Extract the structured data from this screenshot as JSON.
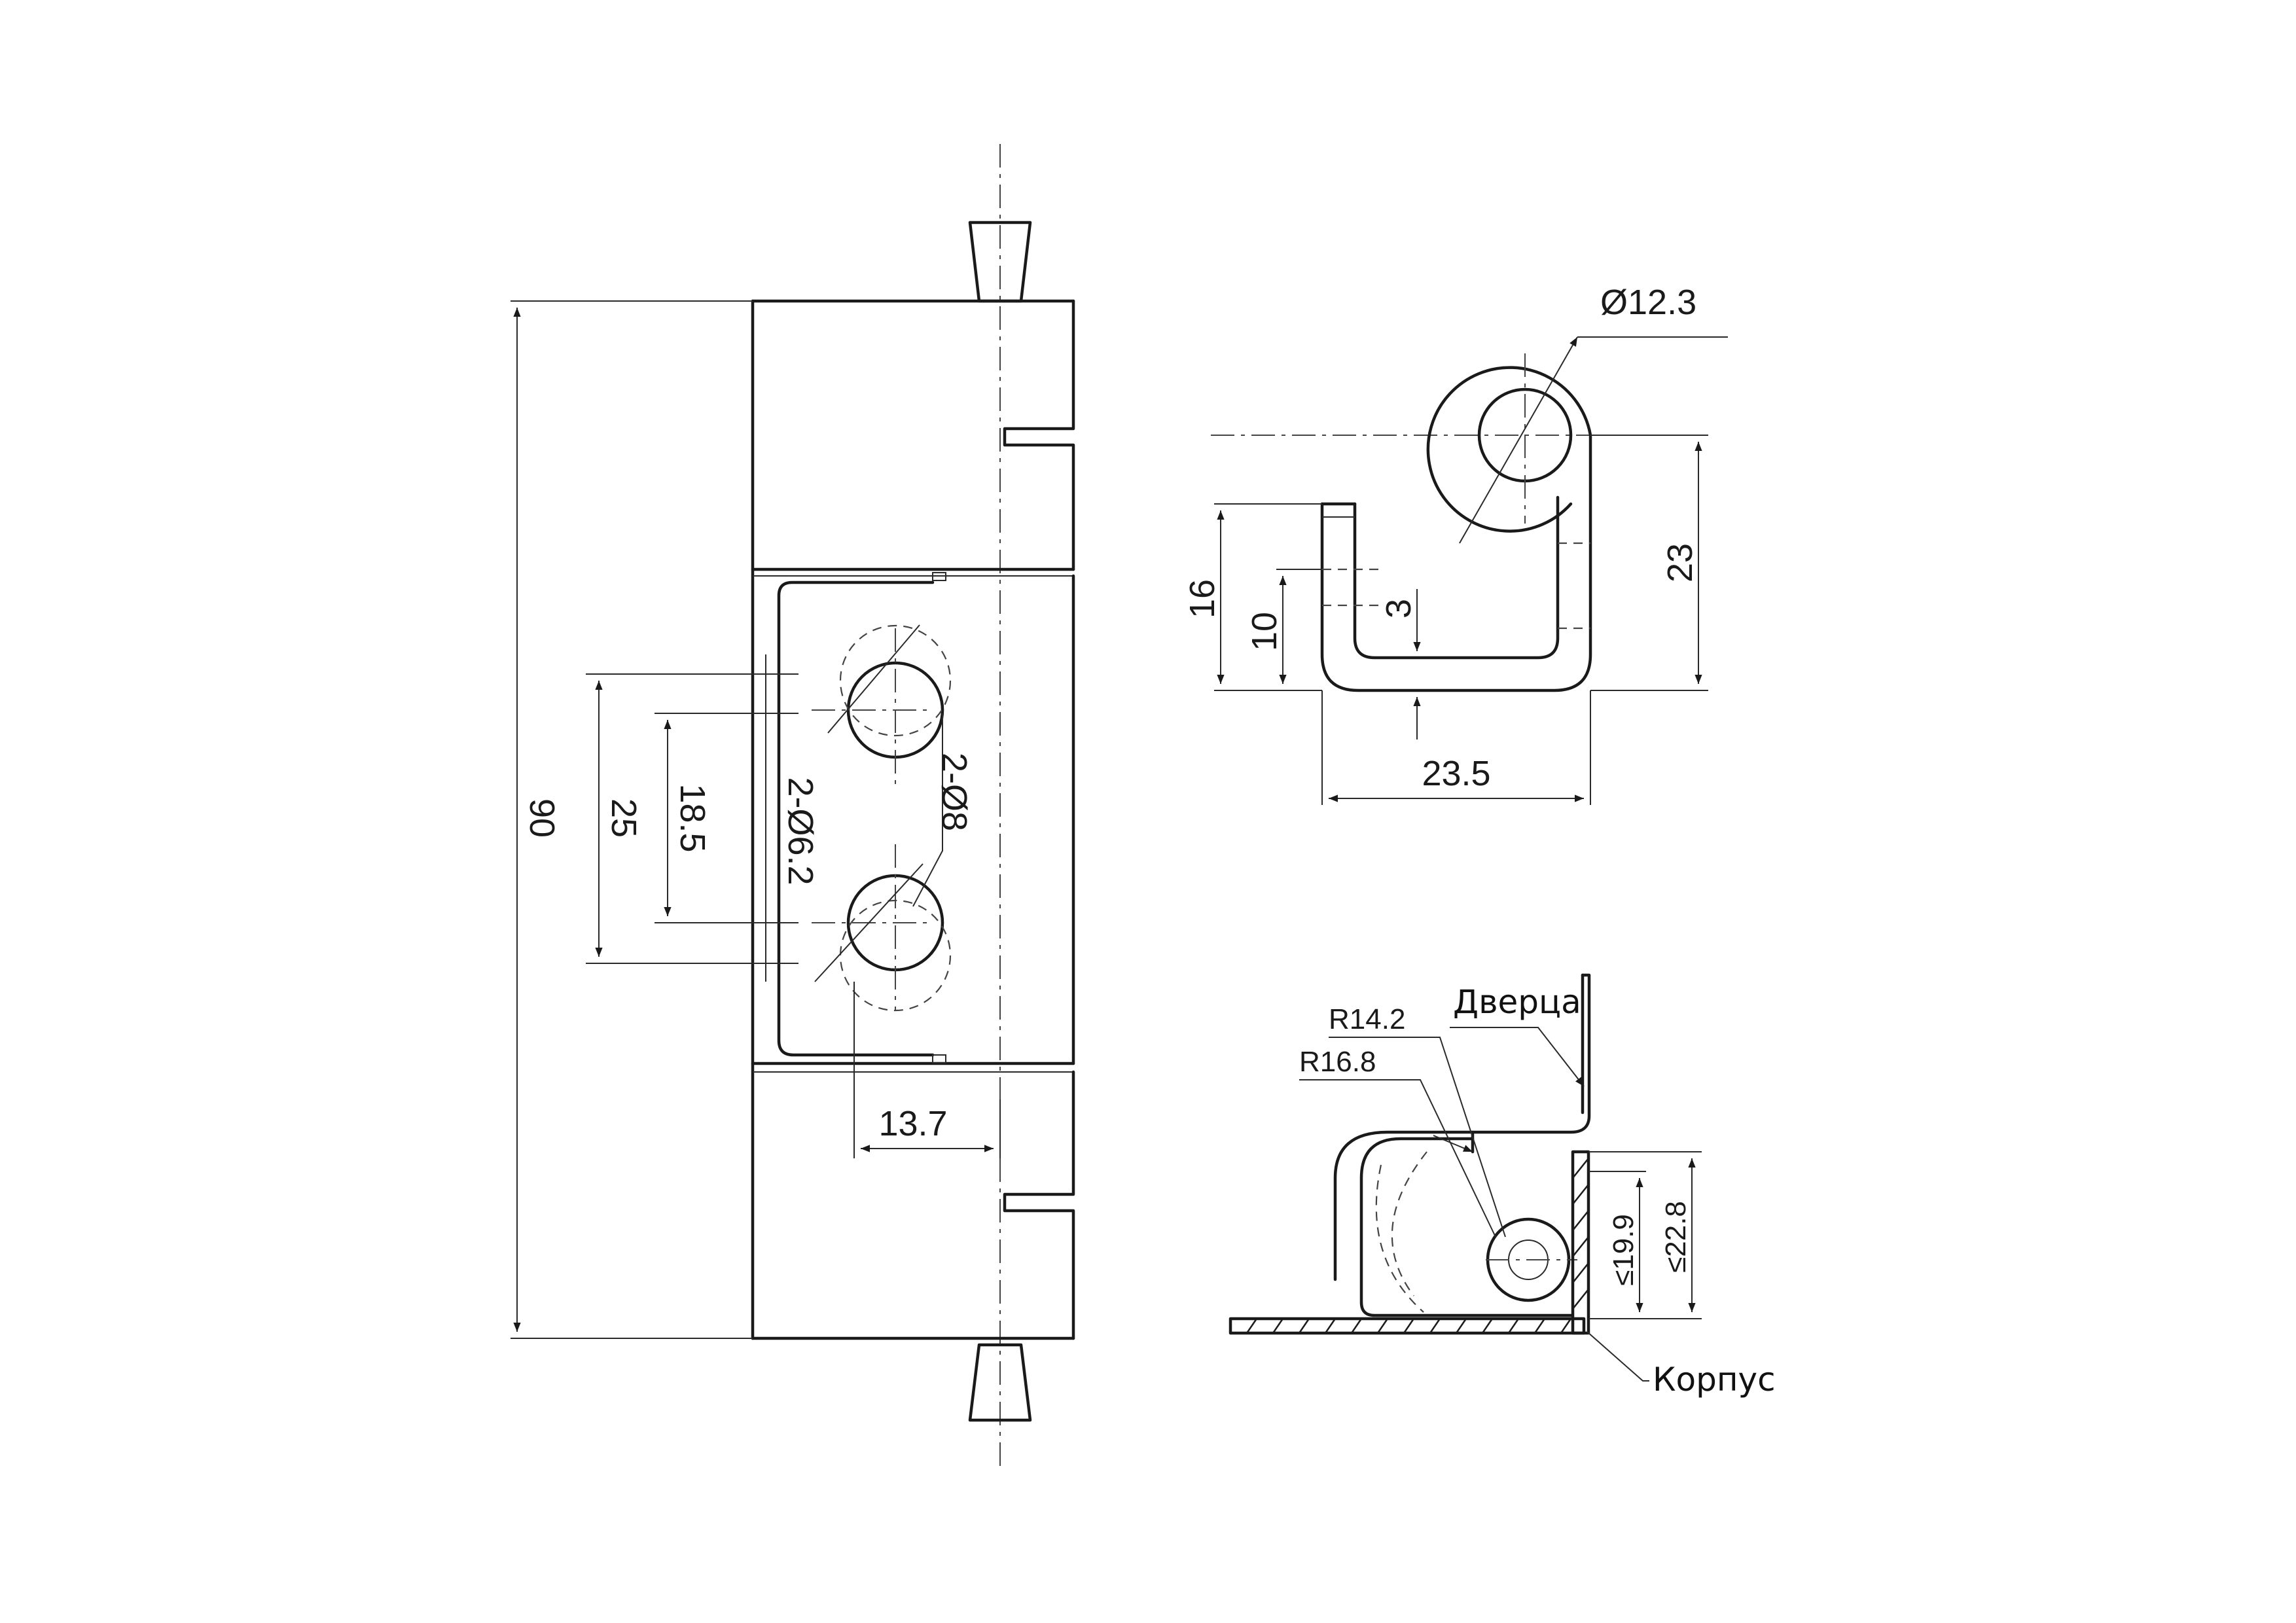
{
  "front_view": {
    "dim_total_height": "90",
    "dim_hole_spacing_outer": "25",
    "dim_hole_spacing_inner": "18.5",
    "dim_countersink": "2-Ø8",
    "dim_hole_diameter": "2-Ø6.2",
    "dim_hole_offset": "13.7"
  },
  "side_view": {
    "dim_knuckle_diameter": "Ø12.3",
    "dim_height_total": "16",
    "dim_height_inner": "10",
    "dim_thickness": "3",
    "dim_depth": "23",
    "dim_width": "23.5"
  },
  "install_view": {
    "dim_radius_inner": "R14.2",
    "dim_radius_outer": "R16.8",
    "dim_gap_inner": "≤19.9",
    "dim_gap_outer": "≤22.8",
    "label_door": "Дверца",
    "label_body": "Корпус"
  }
}
